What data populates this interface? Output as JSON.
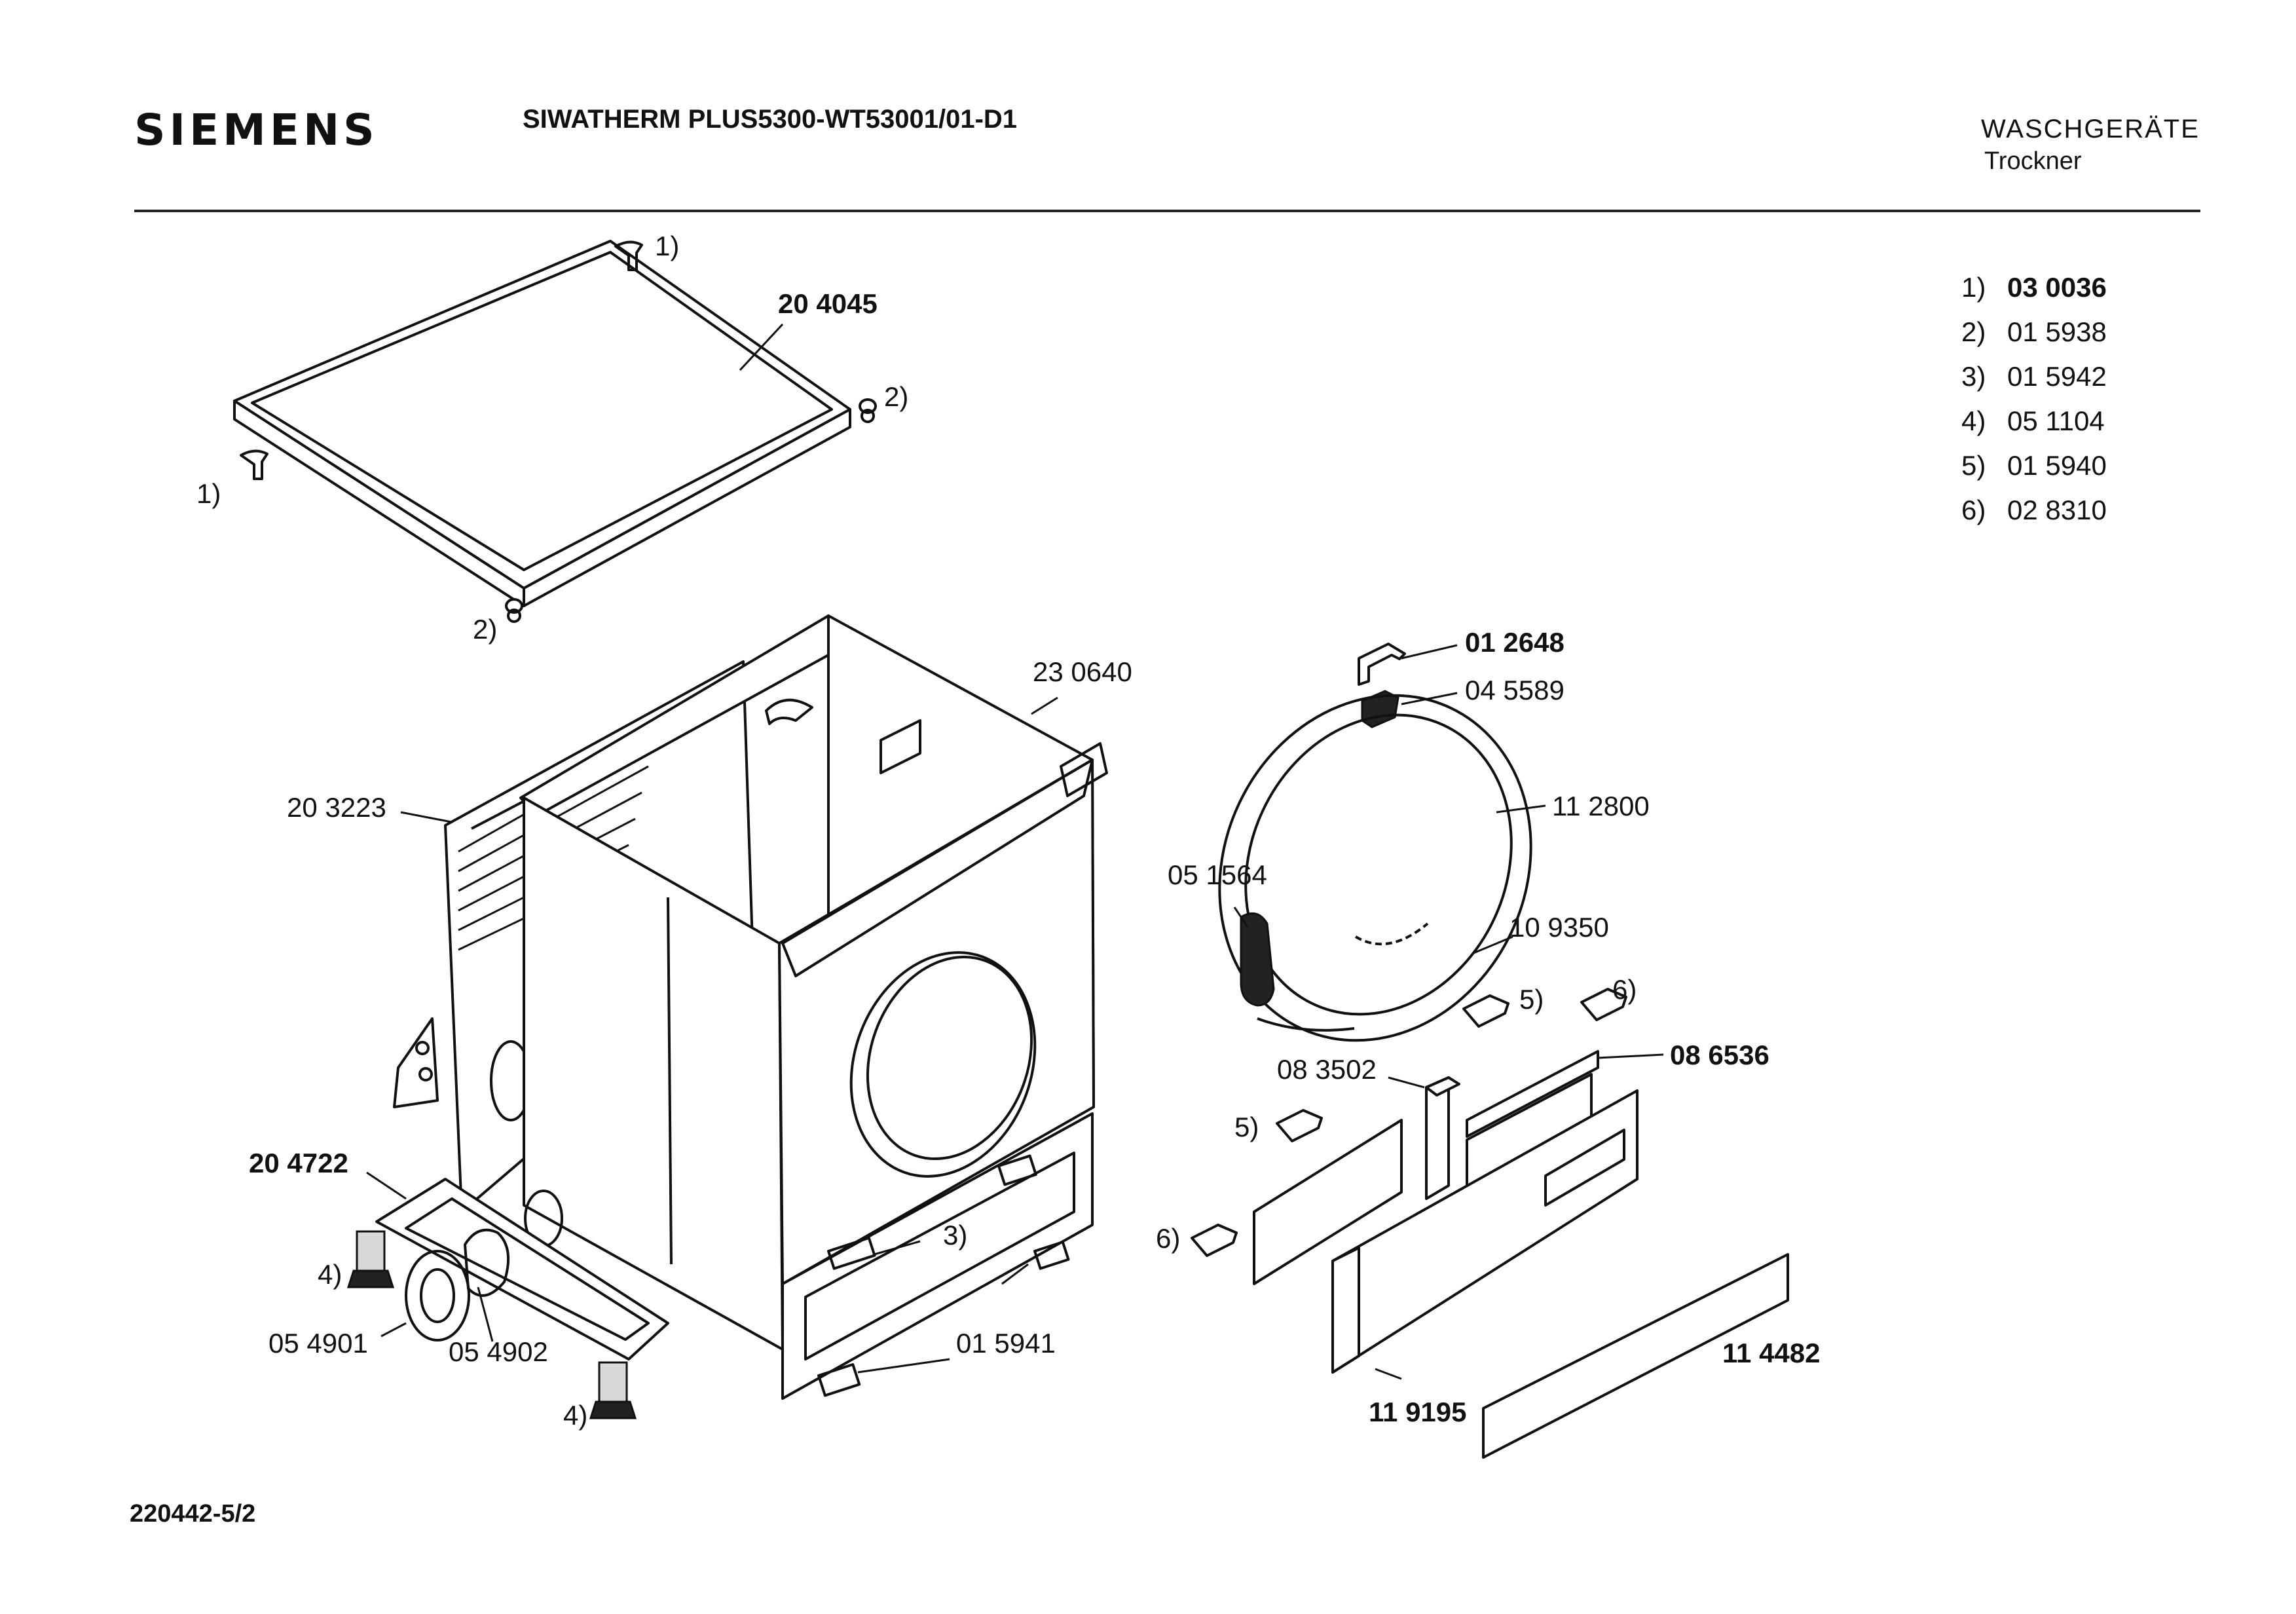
{
  "header": {
    "brand": "SIEMENS",
    "model": "SIWATHERM PLUS5300-WT53001/01-D1",
    "category": "WASCHGERÄTE",
    "subcategory": "Trockner"
  },
  "legend": [
    {
      "key": "1)",
      "value": "03 0036"
    },
    {
      "key": "2)",
      "value": "01 5938"
    },
    {
      "key": "3)",
      "value": "01 5942"
    },
    {
      "key": "4)",
      "value": "05 1104"
    },
    {
      "key": "5)",
      "value": "01 5940"
    },
    {
      "key": "6)",
      "value": "02 8310"
    }
  ],
  "parts": {
    "top_cover": "20 4045",
    "side_panel": "20 3223",
    "frame": "23 0640",
    "base": "20 4722",
    "foot_ring": "05 4901",
    "cap": "05 4902",
    "bracket_bottom": "01 5941",
    "clip": "01 2648",
    "block": "04 5589",
    "door_ring": "11 2800",
    "hinge": "05 1564",
    "seal": "10 9350",
    "strut": "08 3502",
    "rail": "08 6536",
    "front_panel": "11 9195",
    "plinth": "11 4482"
  },
  "callouts": {
    "c1": "1)",
    "c2": "2)",
    "c3": "3)",
    "c4": "4)",
    "c5": "5)",
    "c6": "6)"
  },
  "footer": {
    "doc_number": "220442-5/2"
  }
}
